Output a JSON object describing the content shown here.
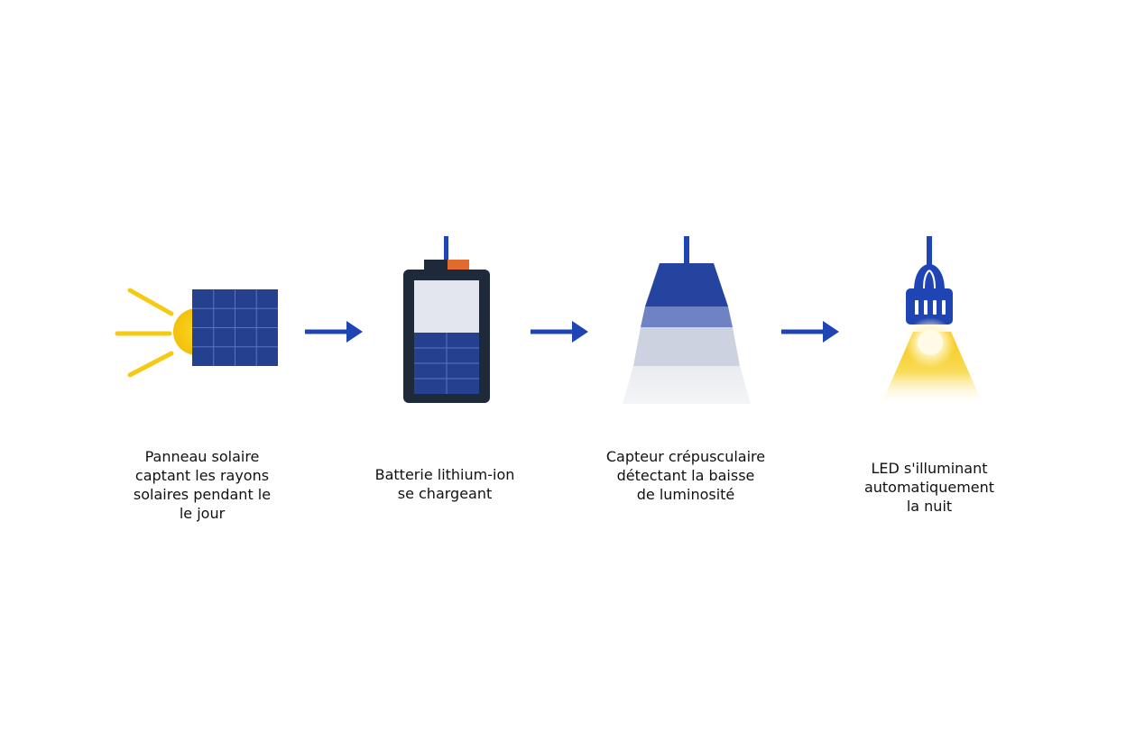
{
  "colors": {
    "accent_blue": "#1f44b3",
    "panel_blue": "#24408f",
    "sun_yellow": "#f6c915",
    "battery_frame": "#1e2a3a",
    "battery_terminal": "#e06b2c",
    "light_glow": "#fff6c8",
    "label_text": "#111111"
  },
  "steps": [
    {
      "icon": "solar-panel-icon",
      "lines": [
        "Panneau solaire",
        "captant les rayons",
        "solaires pendant le",
        "le jour"
      ]
    },
    {
      "icon": "battery-icon",
      "lines": [
        "Batterie lithium-ion",
        "se chargeant"
      ]
    },
    {
      "icon": "light-sensor-icon",
      "lines": [
        "Capteur crépusculaire",
        "détectant la baisse",
        "de luminosité"
      ]
    },
    {
      "icon": "led-lamp-icon",
      "lines": [
        "LED s'illuminant",
        "automatiquement",
        "la nuit"
      ]
    }
  ],
  "arrows": [
    "arrow-right-icon",
    "arrow-right-icon",
    "arrow-right-icon"
  ]
}
